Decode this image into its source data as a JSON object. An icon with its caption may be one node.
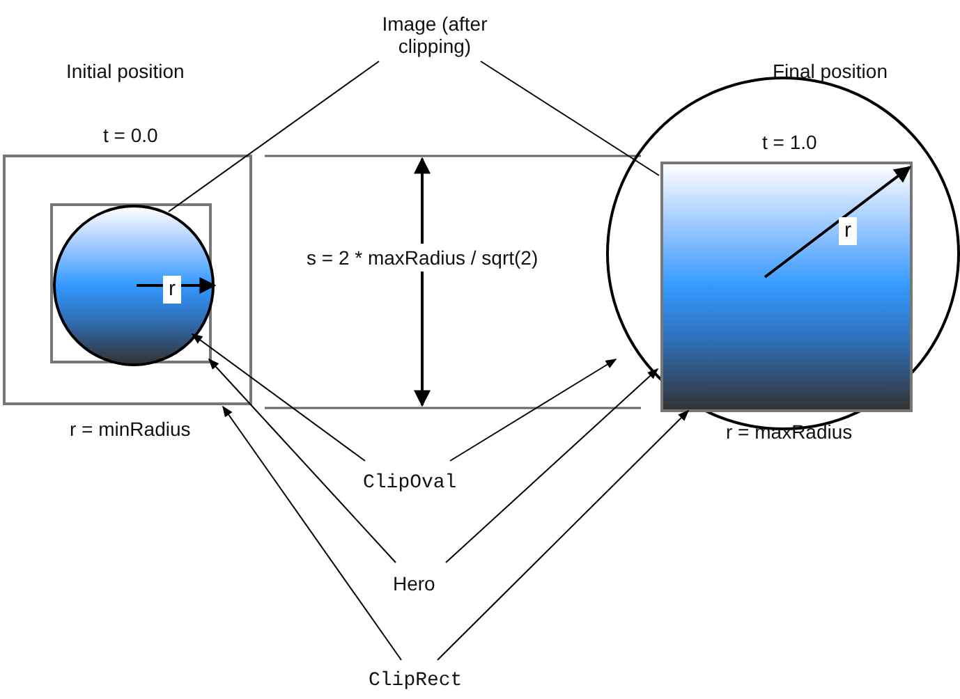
{
  "diagram": {
    "nodes": [
      {
        "text": [
          "Image (after clipping)"
        ]
      },
      {
        "text": [
          "t = 0.0"
        ],
        "beside": [
          "r = minRadius"
        ]
      },
      {
        "text": [],
        "shape": "box",
        "in": 1
      },
      {
        "text": [
          "r"
        ],
        "in": 2
      },
      {
        "text": [],
        "shape": "circle"
      },
      {
        "text": [
          "t = 1.0",
          "r"
        ],
        "in": 4,
        "beside": [
          "r = maxRadius"
        ]
      },
      {
        "text": [
          "ClipOval"
        ]
      },
      {
        "text": [
          "Hero"
        ]
      },
      {
        "text": [
          "ClipRect"
        ]
      }
    ],
    "edges": [
      {
        "from": 0,
        "to": 3,
        "arrow": "none"
      },
      {
        "from": 0,
        "to": 5,
        "arrow": "none"
      },
      {
        "from": 6,
        "to": 3,
        "arrow": "to"
      },
      {
        "from": 6,
        "to": 4,
        "arrow": "to"
      },
      {
        "from": 7,
        "to": 2,
        "arrow": "to"
      },
      {
        "from": 7,
        "to": 5,
        "arrow": "to"
      },
      {
        "from": 8,
        "to": 1,
        "arrow": "to"
      },
      {
        "from": 8,
        "to": 5,
        "arrow": "to"
      }
    ],
    "labels": [
      "Initial position",
      "Final position",
      "s = 2 * maxRadius / sqrt(2)"
    ]
  }
}
